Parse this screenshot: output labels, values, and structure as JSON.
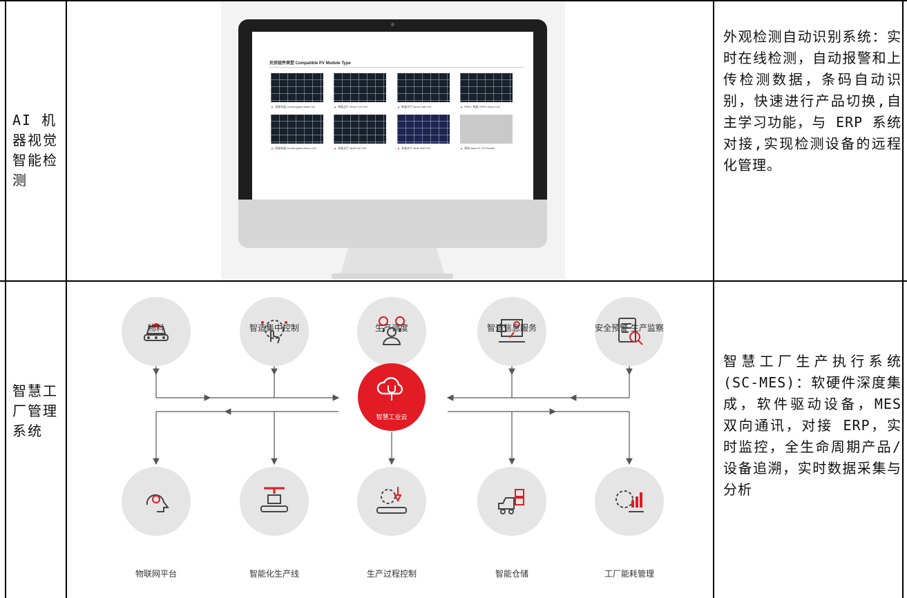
{
  "rows": [
    {
      "label": "AI 机器视觉智能检测",
      "description": "外观检测自动识别系统：实时在线检测，自动报警和上传检测数据，条码自动识别，快速进行产品切换,自主学习功能，与 ERP 系统对接,实现检测设备的远程化管理。"
    },
    {
      "label": "智慧工厂管理系统",
      "description": "智慧工厂生产执行系统(SC-MES)：软硬件深度集成，软件驱动设备，MES 双向通讯，对接 ERP，实时监控，全生命周期产品/设备追溯，实时数据采集与分析"
    }
  ],
  "screen": {
    "title": "光伏组件类型   Compatible PV Module Type",
    "modules": [
      {
        "name": "双玻多晶",
        "sub": "Double-glass Multi Cell",
        "style": "dark"
      },
      {
        "name": "单晶全片",
        "sub": "Mono Full Cell",
        "style": "dark"
      },
      {
        "name": "单晶半片",
        "sub": "Mono Half Cell",
        "style": "dark"
      },
      {
        "name": "PERC 单晶",
        "sub": "PERC Mono Cell",
        "style": "dark"
      },
      {
        "name": "双玻单晶",
        "sub": "Double-glass Mono Cell",
        "style": "dark"
      },
      {
        "name": "多晶全片",
        "sub": "Multi Full Cell",
        "style": "dark"
      },
      {
        "name": "多晶半片",
        "sub": "Multi Half Cell",
        "style": "blue"
      },
      {
        "name": "背结",
        "sub": "Back EL PV Module",
        "style": "light"
      }
    ]
  },
  "diagram": {
    "hub": "智慧工业云",
    "top": [
      {
        "label": "物料",
        "icon": "material-cart-icon"
      },
      {
        "label": "智造集中控制",
        "icon": "gear-hand-control-icon"
      },
      {
        "label": "生产调度",
        "icon": "scheduling-person-gears-icon"
      },
      {
        "label": "智造信息服务",
        "icon": "info-service-laptop-icon"
      },
      {
        "label": "安全预警 生产监察",
        "icon": "inspection-clipboard-icon"
      }
    ],
    "bottom": [
      {
        "label": "物联网平台",
        "icon": "iot-brain-icon"
      },
      {
        "label": "智能化生产线",
        "icon": "production-line-robot-icon"
      },
      {
        "label": "生产过程控制",
        "icon": "process-control-icon"
      },
      {
        "label": "智能仓储",
        "icon": "forklift-warehouse-icon"
      },
      {
        "label": "工厂能耗管理",
        "icon": "energy-chart-icon"
      }
    ]
  }
}
